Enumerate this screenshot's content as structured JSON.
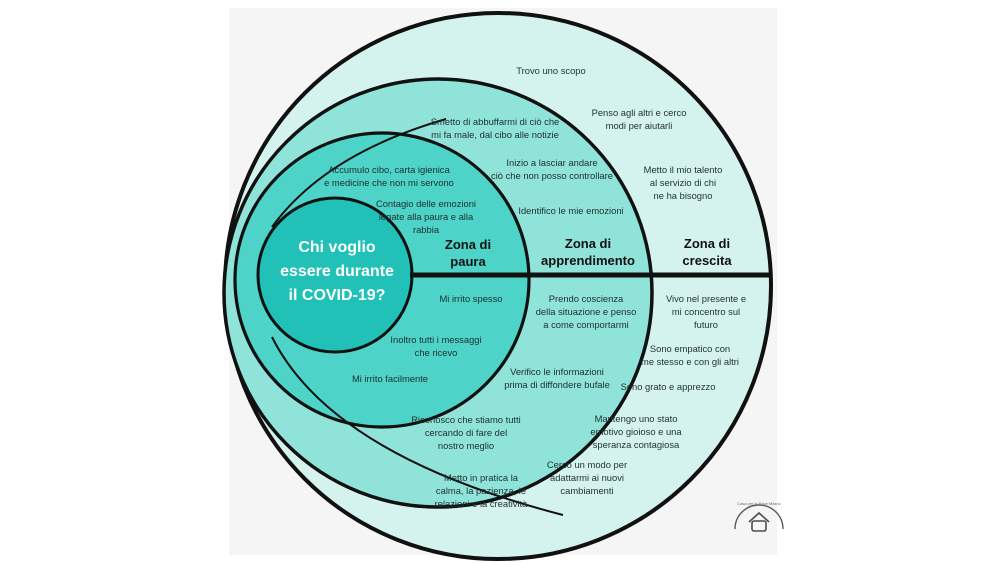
{
  "diagram": {
    "center": {
      "line1": "Chi voglio",
      "line2": "essere durante",
      "line3": "il COVID-19?"
    },
    "zones": {
      "paura": {
        "line1": "Zona di",
        "line2": "paura"
      },
      "apprendimento": {
        "line1": "Zona di",
        "line2": "apprendimento"
      },
      "crescita": {
        "line1": "Zona di",
        "line2": "crescita"
      }
    },
    "items": {
      "trovo_uno_scopo": [
        "Trovo uno scopo"
      ],
      "penso_agli_altri": [
        "Penso agli altri e cerco",
        "modi per aiutarli"
      ],
      "smetto_abbuffarmi": [
        "Smetto di abbuffarmi di ciò che",
        "mi fa male, dal cibo alle notizie"
      ],
      "accumulo_cibo": [
        "Accumulo cibo, carta igienica",
        "e medicine che non mi servono"
      ],
      "inizio_lasciar_andare": [
        "Inizio a lasciar andare",
        "ciò che non posso controllare"
      ],
      "metto_talento": [
        "Metto il mio talento",
        "al servizio di chi",
        "ne ha bisogno"
      ],
      "contagio_emozioni": [
        "Contagio delle emozioni",
        "legate alla paura e alla",
        "rabbia"
      ],
      "identifico_emozioni": [
        "Identifico le mie emozioni"
      ],
      "mi_irrito_spesso": [
        "Mi irrito spesso"
      ],
      "prendo_coscienza": [
        "Prendo coscienza",
        "della situazione e penso",
        "a come comportarmi"
      ],
      "vivo_presente": [
        "Vivo nel presente e",
        "mi concentro sul",
        "futuro"
      ],
      "inoltro_messaggi": [
        "Inoltro tutti i messaggi",
        "che ricevo"
      ],
      "sono_empatico": [
        "Sono empatico con",
        "me stesso e con gli altri"
      ],
      "mi_irrito_facilmente": [
        "Mi irrito facilmente"
      ],
      "verifico_informazioni": [
        "Verifico le informazioni",
        "prima di diffondere bufale"
      ],
      "sono_grato": [
        "Sono grato e apprezzo"
      ],
      "riconosco": [
        "Riconosco che stiamo tutti",
        "cercando di fare del",
        "nostro meglio"
      ],
      "mantengo_stato": [
        "Mantengo uno stato",
        "emotivo gioioso e una",
        "speranza contagiosa"
      ],
      "cerco_modo": [
        "Cerco un modo per",
        "adattarmi ai nuovi",
        "cambiamenti"
      ],
      "metto_in_pratica": [
        "Metto in pratica la",
        "calma, la pazienza, le",
        "relazioni e la creatività"
      ]
    },
    "logo": {
      "arc_text": "Casa per la Pace Milano"
    },
    "colors": {
      "outer_zone": "#d4f3ef",
      "middle_zone": "#8fe3d9",
      "inner_zone": "#4dd3c7",
      "center_zone": "#22c1b7",
      "outline": "#111111",
      "panel": "#f4f5f4"
    }
  }
}
